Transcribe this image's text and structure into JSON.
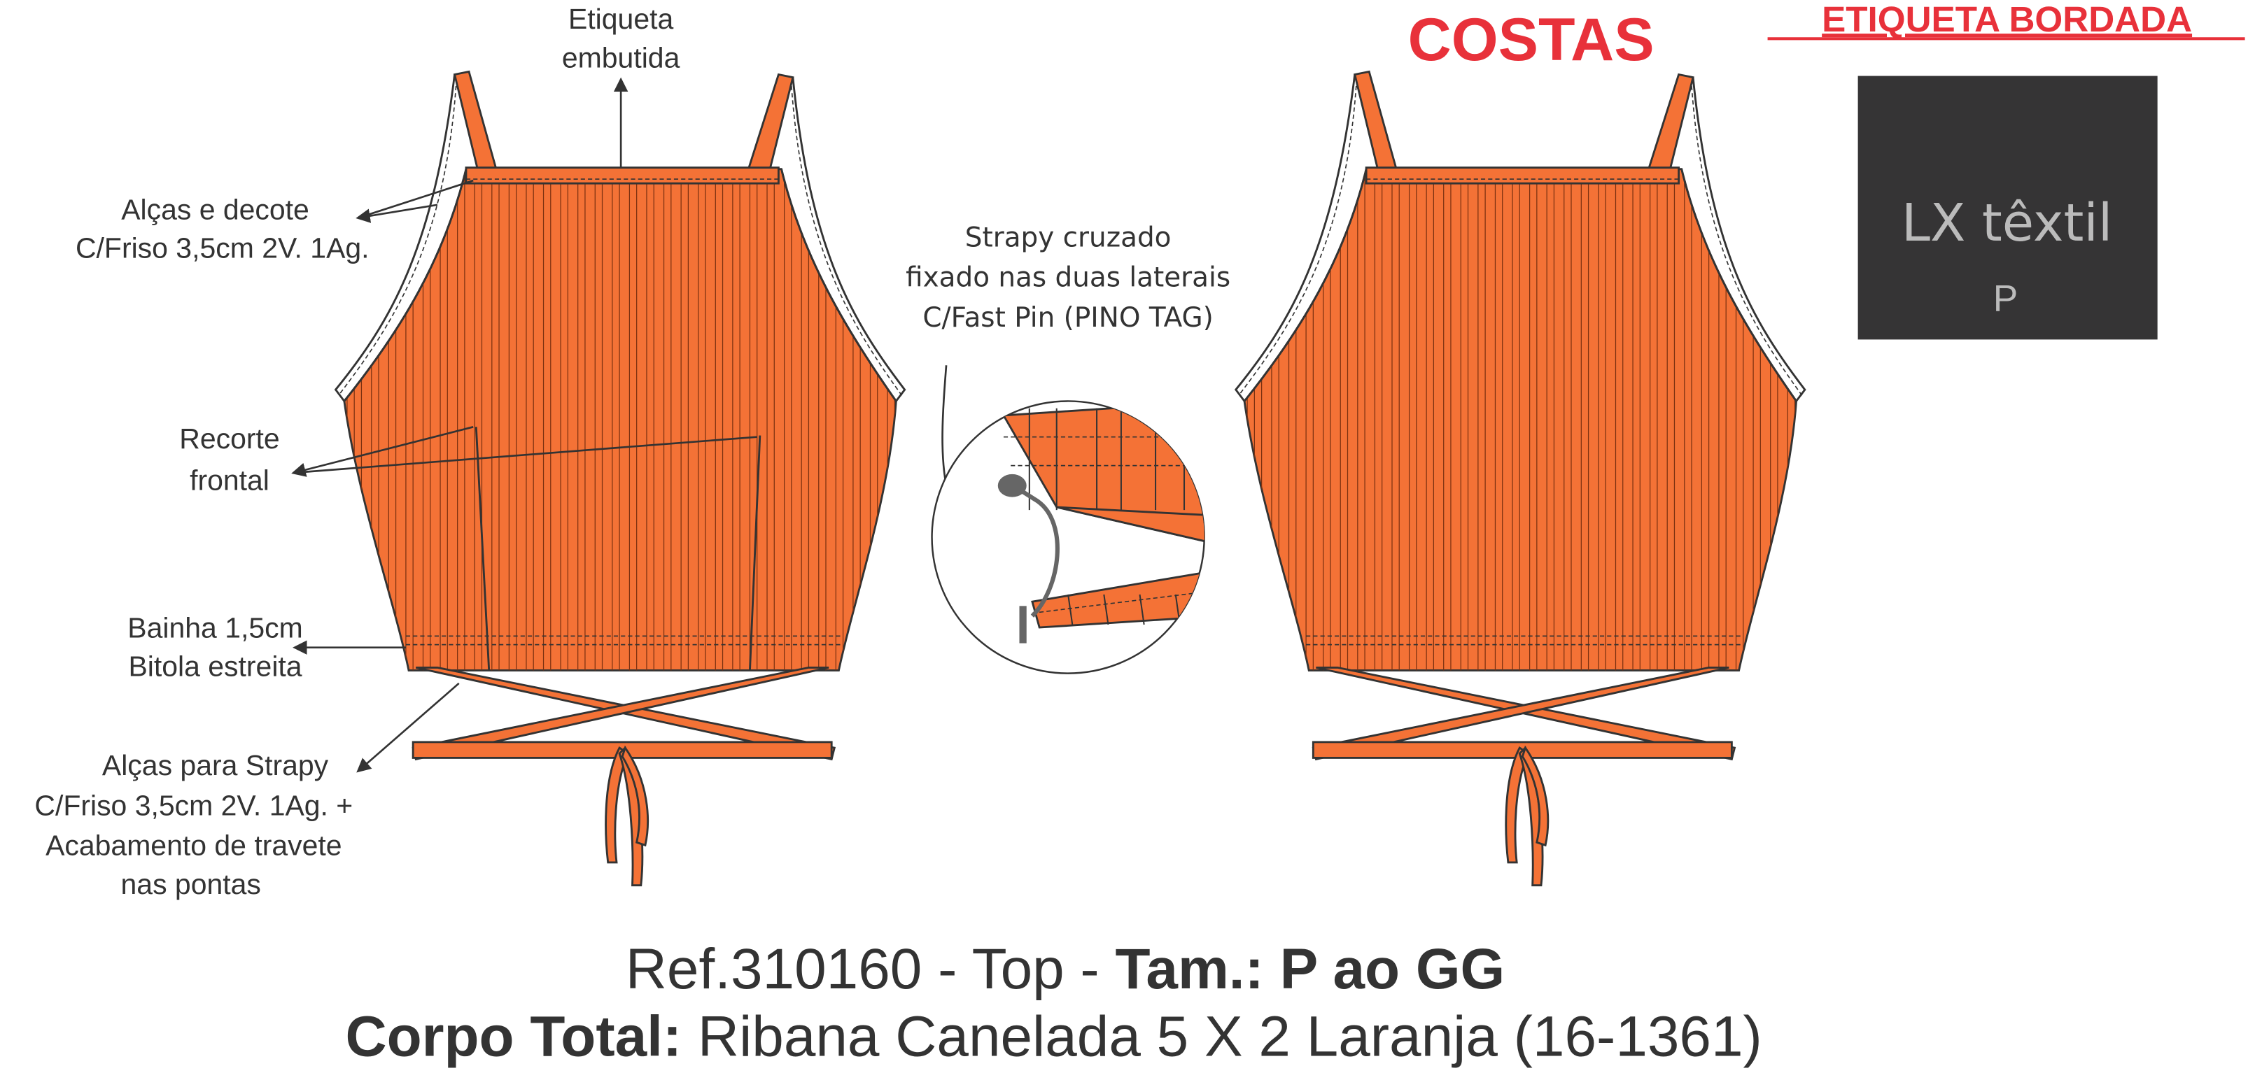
{
  "colors": {
    "fabric": "#F47236",
    "outline": "#333333",
    "accent_red": "#E8313A",
    "label_bg": "#353435",
    "label_text": "#BBBBBB"
  },
  "annotations": {
    "etiqueta": [
      "Etiqueta",
      "embutida"
    ],
    "alcas_decote": [
      "Alças e decote",
      "C/Friso 3,5cm 2V. 1Ag."
    ],
    "recorte": [
      "Recorte",
      "frontal"
    ],
    "bainha": [
      "Bainha 1,5cm",
      "Bitola estreita"
    ],
    "alcas_strapy": [
      "Alças para Strapy",
      "C/Friso 3,5cm 2V. 1Ag. +",
      "Acabamento de travete",
      "nas pontas"
    ],
    "strapy_detail": [
      "Strapy cruzado",
      "fixado nas duas laterais",
      "C/Fast Pin (PINO TAG)"
    ]
  },
  "back_title": "COSTAS",
  "label_title": "ETIQUETA BORDADA",
  "label": {
    "brand": "LX têxtil",
    "size": "P"
  },
  "footer": {
    "line1_prefix": "Ref.310160 - Top - ",
    "line1_bold": "Tam.: P ao GG",
    "line2_bold": "Corpo Total:",
    "line2_rest": " Ribana Canelada 5 X 2 Laranja (16-1361)"
  }
}
